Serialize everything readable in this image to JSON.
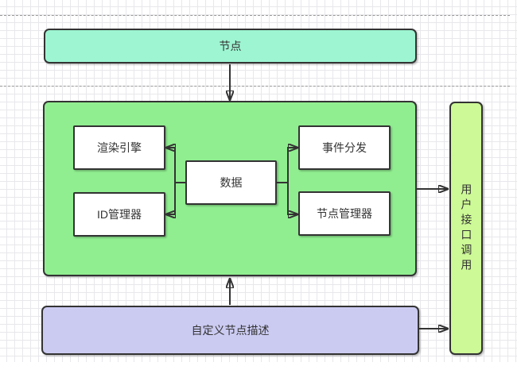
{
  "diagram": {
    "nodes": {
      "top": {
        "label": "节点"
      },
      "render_engine": {
        "label": "渲染引擎"
      },
      "id_manager": {
        "label": "ID管理器"
      },
      "data": {
        "label": "数据"
      },
      "event_dispatch": {
        "label": "事件分发"
      },
      "node_manager": {
        "label": "节点管理器"
      },
      "custom_description": {
        "label": "自定义节点描述"
      },
      "user_api": {
        "label": "用户接口调用"
      }
    },
    "colors": {
      "border": "#333333",
      "text": "#333333",
      "top_node_fill": "#9df5d2",
      "container_fill": "#90ee90",
      "inner_node_fill": "#ffffff",
      "custom_description_fill": "#cbcbf2",
      "user_api_fill": "#cdf996",
      "dashed_guideline": "#999999",
      "grid_line": "#e8e8ec"
    }
  }
}
